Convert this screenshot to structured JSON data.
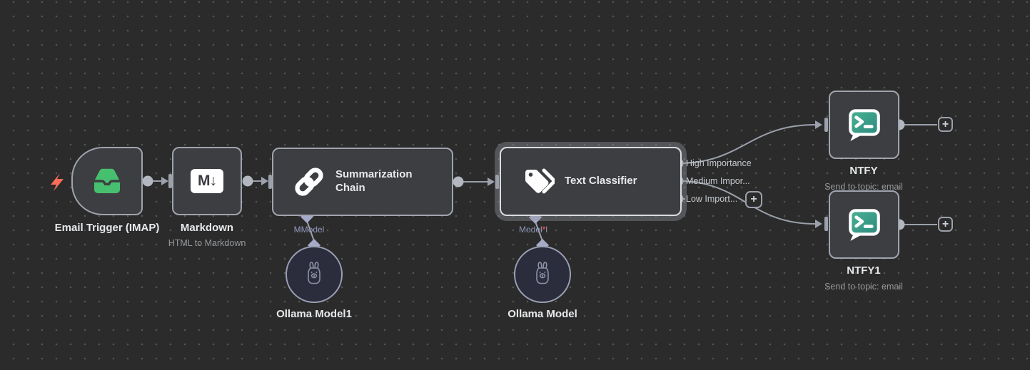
{
  "colors": {
    "canvas_bg": "#2a2b2a",
    "grid_dot": "#535553",
    "node_bg": "#3d3e42",
    "node_border": "#a0a4ae",
    "node_border_selected": "#dadce1",
    "selection_ring": "rgba(150,154,162,0.38)",
    "edge": "#9ba0ab",
    "endpoint": "#b3b7c0",
    "diamond": "#a6aac8",
    "text_primary": "#e7e9ec",
    "text_secondary": "#95979c",
    "output_label": "#c6c9cf",
    "model_label": "#9297bb",
    "required_mark": "#e5484d",
    "bolt": "#ff6d5a",
    "email_icon": "#46c06e",
    "ntfy_icon_top": "#4bb295",
    "ntfy_icon_bottom": "#2b8a7c",
    "ollama_bg": "#2c2d3c",
    "ollama_border": "#9aa0b4",
    "icon_white": "#ffffff",
    "markdown_glyph_color": "#3b3c40",
    "llama_stroke": "#8d91a8"
  },
  "icons": {
    "plus": "+",
    "markdown_glyph": "M↓"
  },
  "nodes": {
    "email_trigger": {
      "label": "Email Trigger (IMAP)"
    },
    "markdown": {
      "label": "Markdown",
      "subtitle": "HTML to Markdown"
    },
    "summarization_chain": {
      "label": "Summarization Chain",
      "model_input_label": "MModel"
    },
    "text_classifier": {
      "label": "Text Classifier",
      "model_label_text": "Model",
      "model_label_required": "*",
      "model_label_tail": "l",
      "outputs": [
        "High Importance",
        "Medium Impor...",
        "Low Import..."
      ]
    },
    "ollama_model1": {
      "label": "Ollama Model1"
    },
    "ollama_model": {
      "label": "Ollama Model"
    },
    "ntfy": {
      "label": "NTFY",
      "subtitle": "Send to topic: email"
    },
    "ntfy1": {
      "label": "NTFY1",
      "subtitle": "Send to topic: email"
    }
  }
}
